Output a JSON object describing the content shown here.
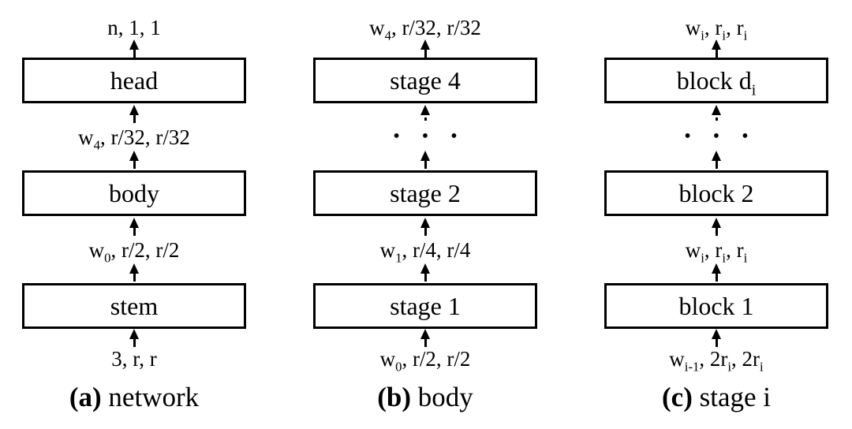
{
  "figure": {
    "background": "#ffffff",
    "line_color": "#000000",
    "ellipsis": "• • •",
    "columns": [
      {
        "caption_tag": "(a)",
        "caption_text": "network",
        "output_label": "n, 1, 1",
        "box_top": "head",
        "upper_label": "w_{4}, r/32, r/32",
        "box_middle": "body",
        "lower_label": "w_{0}, r/2, r/2",
        "box_bottom": "stem",
        "input_label": "3, r, r"
      },
      {
        "caption_tag": "(b)",
        "caption_text": "body",
        "output_label": "w_{4}, r/32, r/32",
        "box_top": "stage 4",
        "box_middle": "stage 2",
        "lower_label": "w_{1}, r/4, r/4",
        "box_bottom": "stage 1",
        "input_label": "w_{0}, r/2, r/2"
      },
      {
        "caption_tag": "(c)",
        "caption_text": "stage i",
        "output_label": "w_{i}, r_{i}, r_{i}",
        "box_top": "block d_{i}",
        "box_middle": "block 2",
        "lower_label": "w_{i}, r_{i}, r_{i}",
        "box_bottom": "block 1",
        "input_label": "w_{i-1}, 2r_{i}, 2r_{i}"
      }
    ]
  }
}
